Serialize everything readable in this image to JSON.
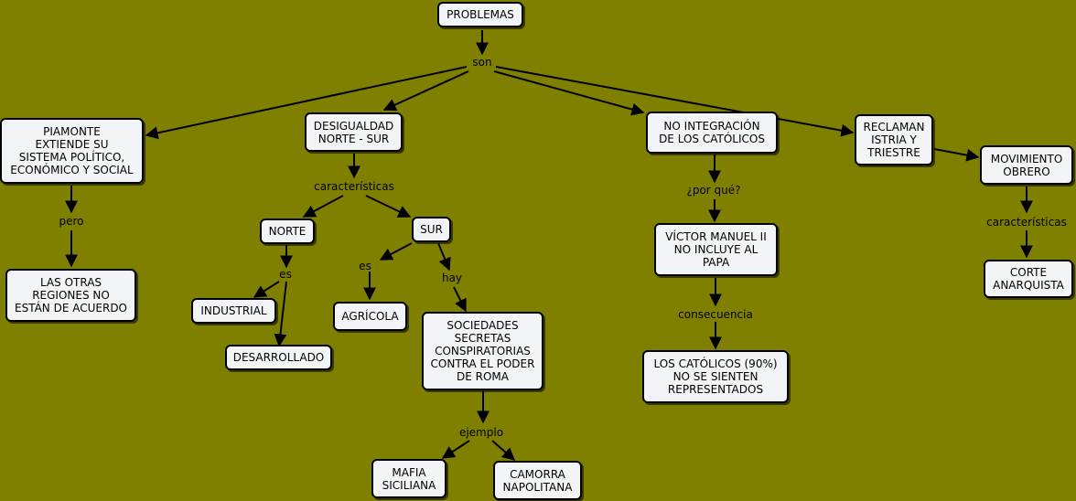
{
  "nodes": {
    "problemas": "PROBLEMAS",
    "piamonte": "PIAMONTE\nEXTIENDE SU\nSISTEMA POLÍTICO,\nECONÓMICO Y SOCIAL",
    "otras_regiones": "LAS OTRAS\nREGIONES NO\nESTÁN DE ACUERDO",
    "desigualdad": "DESIGUALDAD\nNORTE - SUR",
    "norte": "NORTE",
    "sur": "SUR",
    "industrial": "INDUSTRIAL",
    "desarrollado": "DESARROLLADO",
    "agricola": "AGRÍCOLA",
    "sociedades": "SOCIEDADES\nSECRETAS\nCONSPIRATORIAS\nCONTRA EL PODER\nDE ROMA",
    "mafia": "MAFIA\nSICILIANA",
    "camorra": "CAMORRA\nNAPOLITANA",
    "no_integracion": "NO INTEGRACIÓN\nDE  LOS CATÓLICOS",
    "victor_manuel": "VÍCTOR MANUEL II\nNO INCLUYE AL\nPAPA",
    "catolicos": "LOS CATÓLICOS (90%)\nNO SE SIENTEN\nREPRESENTADOS",
    "reclaman": "RECLAMAN\nISTRIA Y\nTRIESTRE",
    "movimiento": "MOVIMIENTO\nOBRERO",
    "corte": "CORTE\nANARQUISTA"
  },
  "links": {
    "son": "son",
    "pero": "pero",
    "caracteristicas_1": "características",
    "es_1": "es",
    "es_2": "es",
    "hay": "hay",
    "ejemplo": "ejemplo",
    "por_que": "¿por qué?",
    "consecuencia": "consecuencia",
    "caracteristicas_2": "características"
  },
  "colors": {
    "background": "#808000",
    "node_fill": "#f2f4f8",
    "stroke": "#000000"
  }
}
